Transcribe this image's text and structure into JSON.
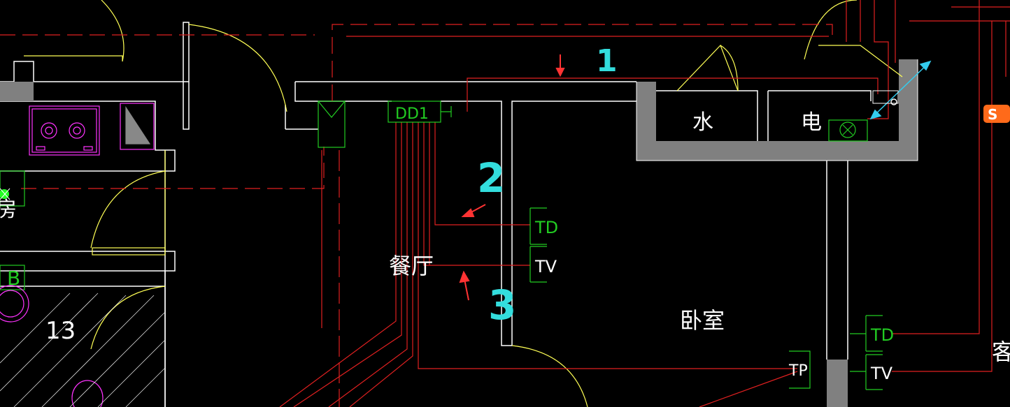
{
  "labels": {
    "dd1": "DD1",
    "water": "水",
    "electric": "电",
    "dining": "餐厅",
    "bedroom": "卧室",
    "td_mid": "TD",
    "tv_mid": "TV",
    "td_right": "TD",
    "tv_right": "TV",
    "partial_left_room": "房",
    "partial_left_b": "B",
    "partial_left_13": "13",
    "partial_right_room": "客",
    "partial_bottom_tp": "TP"
  },
  "annotations": {
    "n1": "1",
    "n2": "2",
    "n3": "3"
  },
  "badge": {
    "text": "S"
  },
  "colors": {
    "background": "#000000",
    "wall": "#ffffff",
    "wire": "#e02020",
    "door": "#ffff55",
    "equipment": "#22cc22",
    "fixture": "#ff33ff",
    "annotation": "#33dddd",
    "arrow": "#ff3333",
    "shaft": "#808080"
  }
}
